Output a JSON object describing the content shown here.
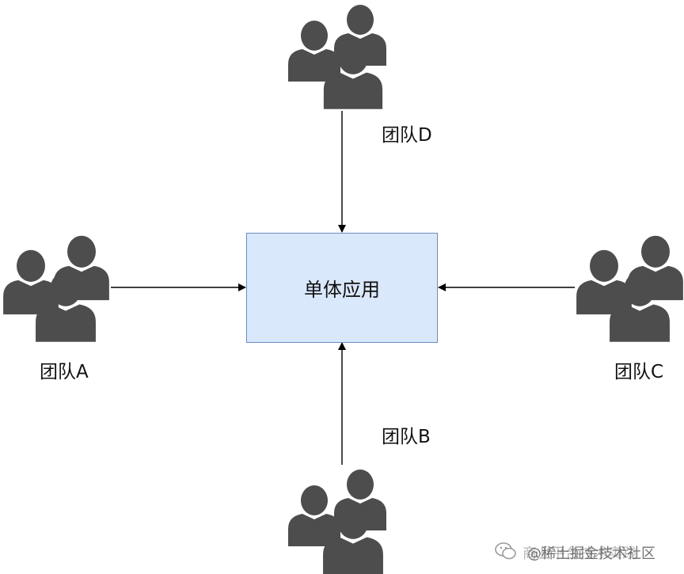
{
  "center": {
    "label": "单体应用"
  },
  "teams": [
    {
      "id": "D",
      "label": "团队D",
      "icon": "team-icon"
    },
    {
      "id": "A",
      "label": "团队A",
      "icon": "team-icon"
    },
    {
      "id": "C",
      "label": "团队C",
      "icon": "team-icon"
    },
    {
      "id": "B",
      "label": "团队B",
      "icon": "team-icon"
    }
  ],
  "watermark": {
    "icon": "wechat-icon",
    "line1": "商业平台技术实践",
    "line2": "@稀土掘金技术社区"
  },
  "colors": {
    "icon": "#4d4d4d",
    "box_fill": "#dae8fc",
    "box_stroke": "#6c8ebf",
    "arrow": "#000000"
  }
}
